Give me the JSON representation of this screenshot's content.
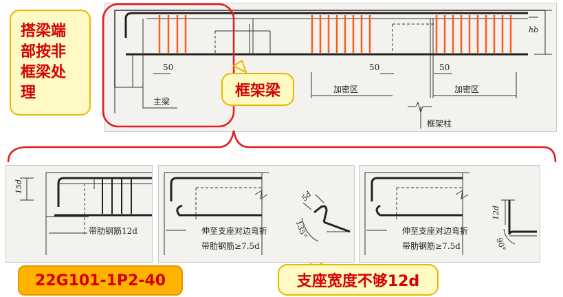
{
  "top_callout_left": {
    "lines": [
      "搭梁端",
      "部按非",
      "框梁处",
      "理"
    ]
  },
  "top_callout_center": "框架梁",
  "main_drawing": {
    "dim_50_left": "50",
    "dim_50_mid": "50",
    "dim_50_right": "50",
    "label_main_beam": "主梁",
    "label_dense_zone_1": "加密区",
    "label_dense_zone_2": "加密区",
    "label_frame_column": "框架柱",
    "label_hb": "hb"
  },
  "panel_1": {
    "dim_15d": "15d",
    "label_rebar": "带肋钢筋12d"
  },
  "panel_2": {
    "line1": "伸至支座对边弯折",
    "line2": "带肋钢筋≥7.5d",
    "dim_5d": "5d",
    "dim_135": "135°"
  },
  "panel_3": {
    "line1": "伸至支座对边弯折",
    "line2": "带肋钢筋≥7.5d",
    "dim_12d": "12d",
    "dim_90": "90°"
  },
  "bottom_callout_left": "22G101-1P2-40",
  "bottom_callout_right": "支座宽度不够12d",
  "colors": {
    "accent_red": "#e31c1c",
    "stirrup_orange": "#ff5a1f",
    "callout_fill": "#fff9c4",
    "callout_fill_orange": "#ffb300"
  }
}
